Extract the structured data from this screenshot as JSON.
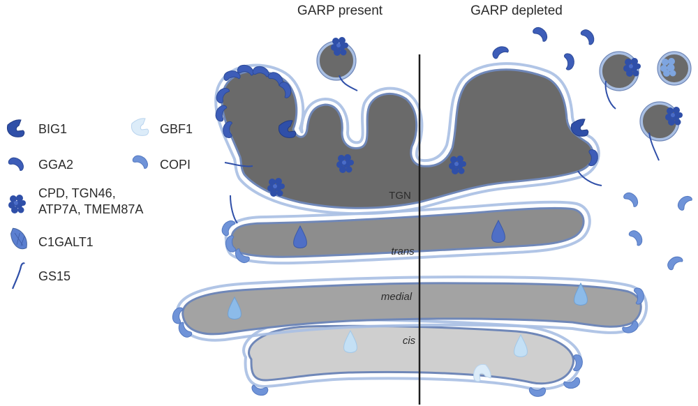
{
  "titles": {
    "left": "GARP present",
    "right": "GARP depleted"
  },
  "cisternae": {
    "tgn": "TGN",
    "trans": "trans",
    "medial": "medial",
    "cis": "cis"
  },
  "legend": {
    "big1": "BIG1",
    "gbf1": "GBF1",
    "gga2": "GGA2",
    "copi": "COPI",
    "cargo_line1": "CPD, TGN46,",
    "cargo_line2": "ATP7A, TMEM87A",
    "c1galt1": "C1GALT1",
    "gs15": "GS15"
  },
  "colors": {
    "dark_blue": "#2f4fa8",
    "mid_blue": "#5b7fd0",
    "light_blue": "#a9c9ef",
    "membrane": "#a9bfe3",
    "membrane_edge": "#6f87b8",
    "tgn_fill": "#6a6a6a",
    "trans_fill": "#8d8d8d",
    "medial_fill": "#a3a3a3",
    "cis_fill": "#cfcfcf"
  }
}
